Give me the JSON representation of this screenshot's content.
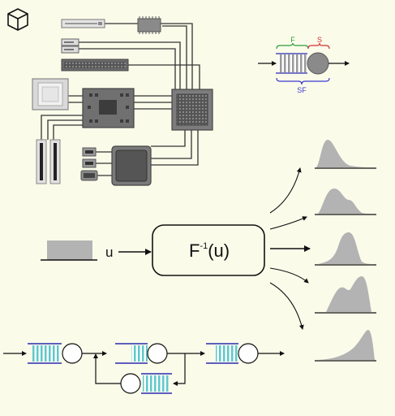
{
  "icons": {
    "corner": "cube-icon"
  },
  "queue_legend": {
    "f_label": "F",
    "s_label": "S",
    "sf_label": "SF",
    "f_color": "#2a9d3a",
    "s_color": "#d13030",
    "sf_color": "#3a3ad0"
  },
  "transform": {
    "input_label": "u",
    "box_label_base": "F",
    "box_label_sup": "-1",
    "box_label_arg": "(u)"
  },
  "colors": {
    "background": "#fbfbea",
    "distribution_fill": "#b3b3b3",
    "queue_buffer": "#5fc8c8",
    "queue_frame": "#2a2ab0",
    "chip": "#6b6b6b",
    "wire": "#333333"
  },
  "hardware": {
    "components": [
      "optical-drive",
      "small-chip",
      "drive-bays",
      "ram-module",
      "cpu",
      "northbridge-chip",
      "southbridge-chip",
      "io-chip",
      "pci-slots",
      "ports"
    ]
  }
}
